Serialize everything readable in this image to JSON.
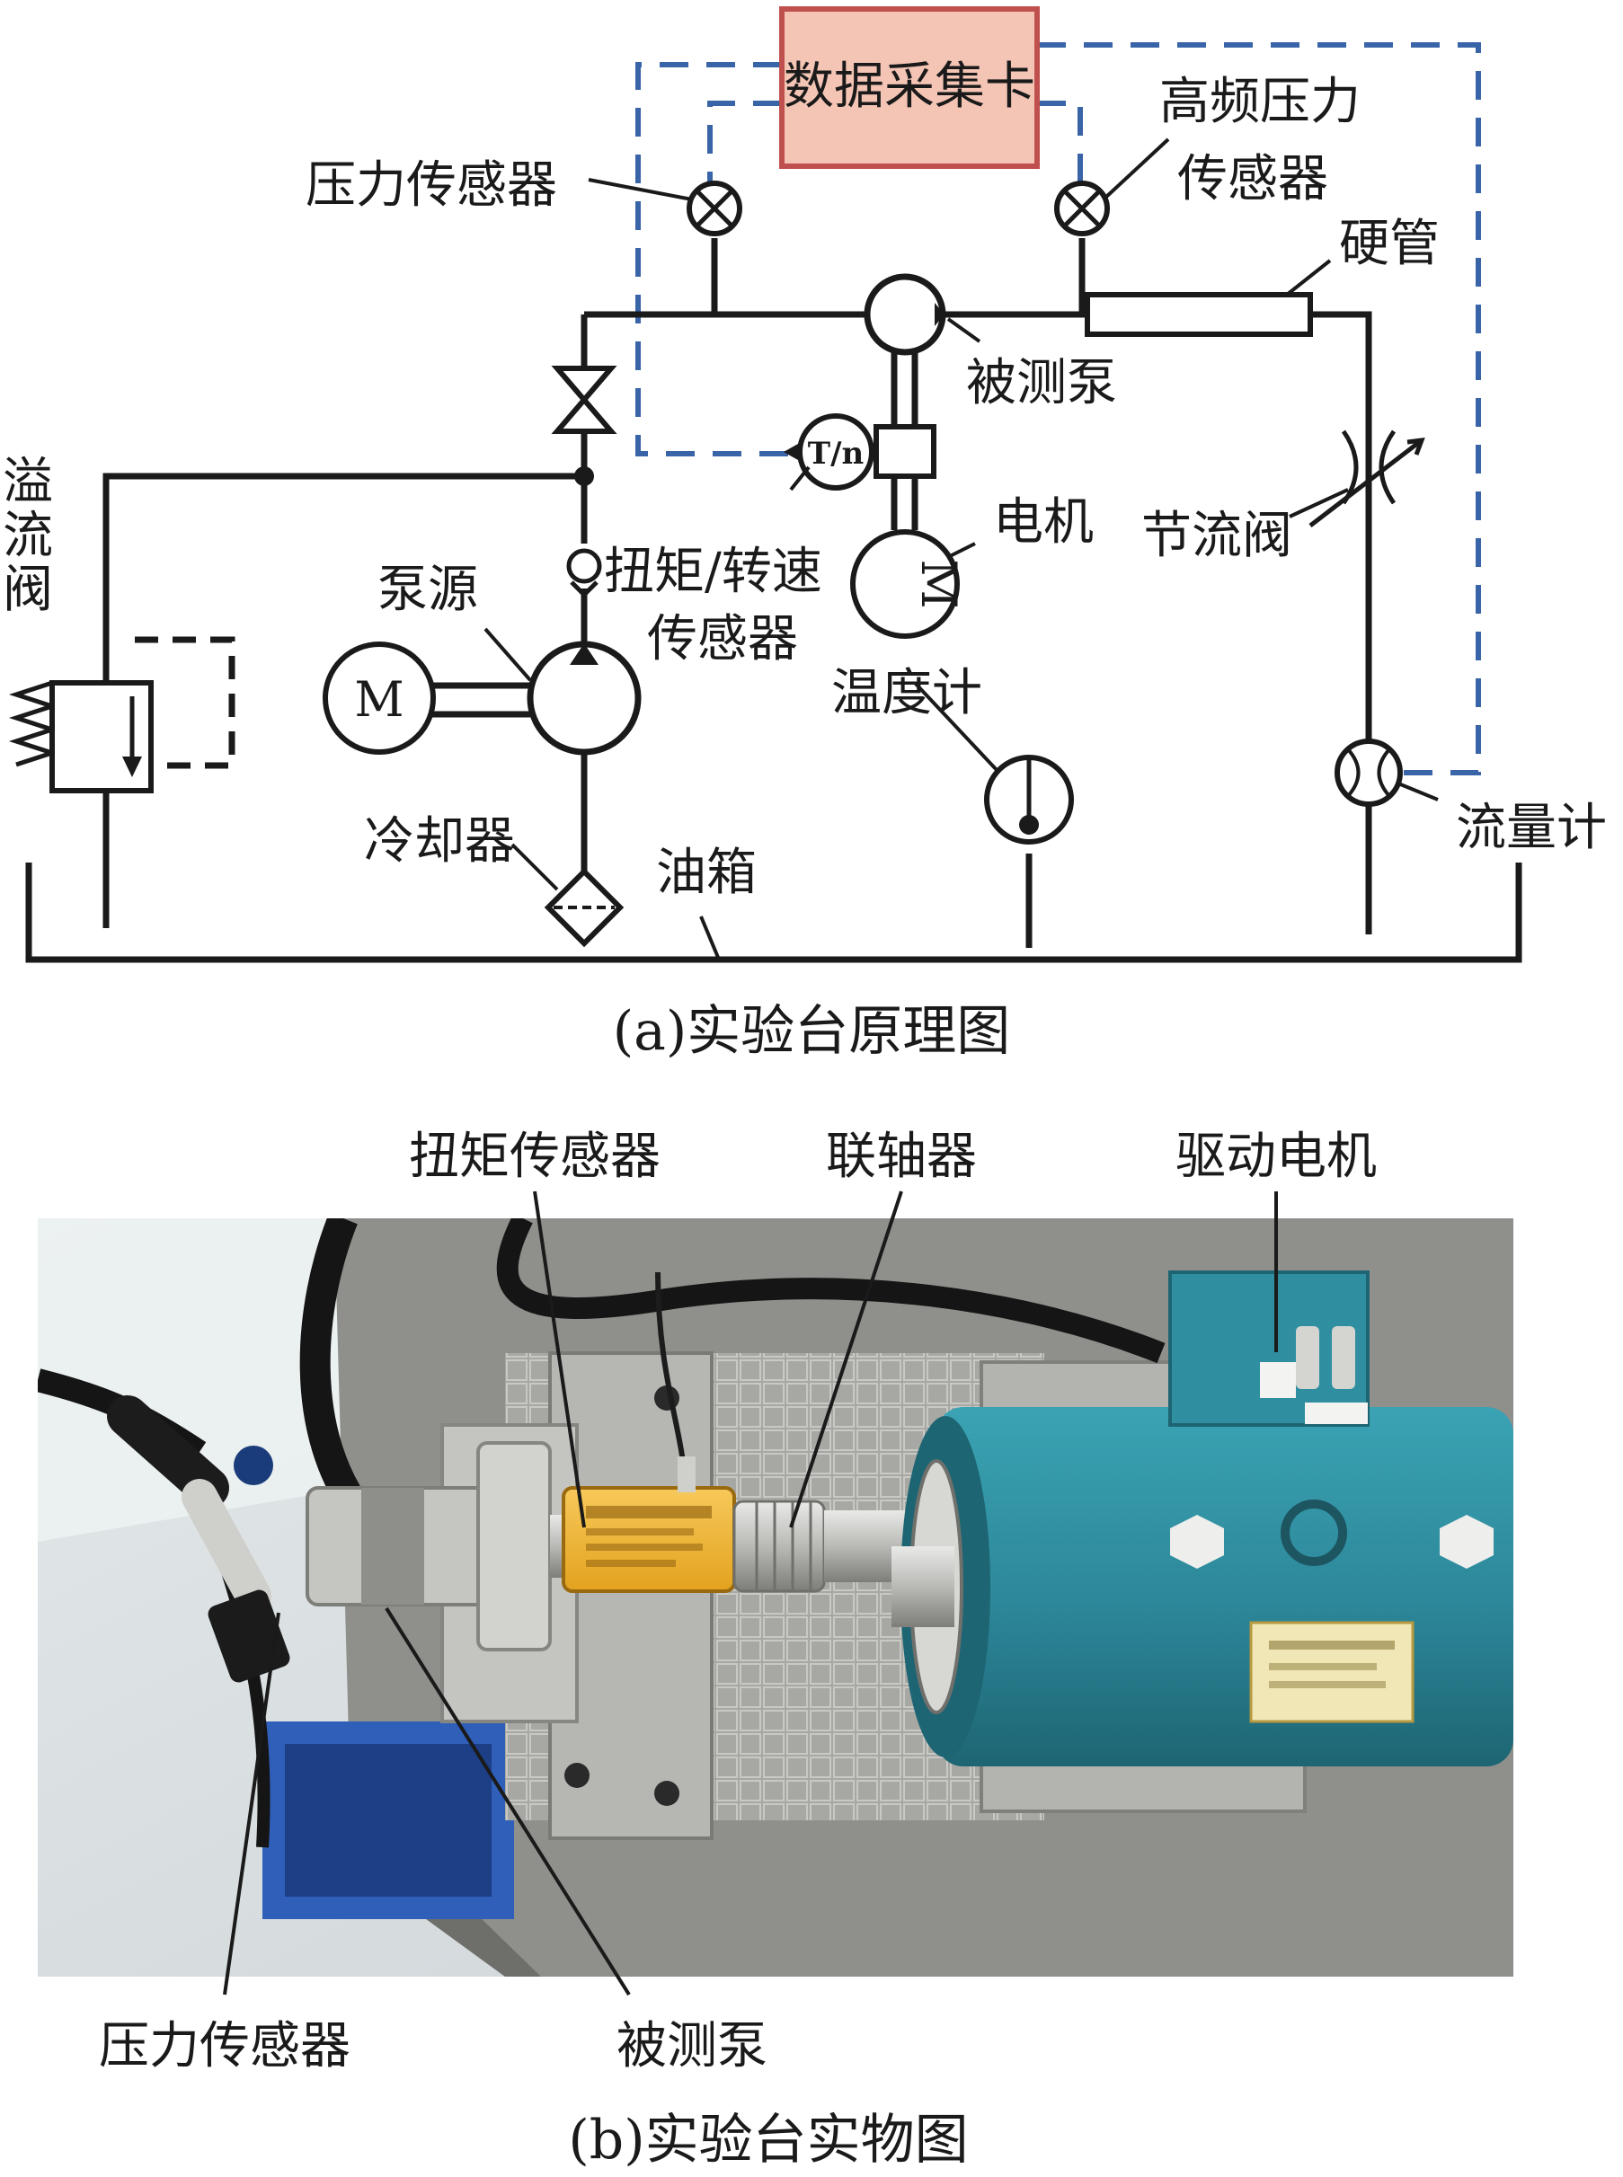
{
  "schematic": {
    "daq_card": "数据采集卡",
    "pressure_sensor": "压力传感器",
    "hf_pressure_sensor_line1": "高频压力",
    "hf_pressure_sensor_line2": "传感器",
    "hard_pipe": "硬管",
    "pump_under_test": "被测泵",
    "torque_speed_symbol": "T/n",
    "motor": "电机",
    "motor_symbol": "M",
    "throttle_valve": "节流阀",
    "relief_valve_chars": [
      "溢",
      "流",
      "阀"
    ],
    "pump_source": "泵源",
    "source_motor_symbol": "M",
    "torque_speed_sensor_line1": "扭矩/转速",
    "torque_speed_sensor_line2": "传感器",
    "thermometer": "温度计",
    "cooler": "冷却器",
    "oil_tank": "油箱",
    "flowmeter": "流量计",
    "caption": "(a)实验台原理图"
  },
  "photo": {
    "torque_sensor": "扭矩传感器",
    "coupling": "联轴器",
    "drive_motor": "驱动电机",
    "pressure_sensor": "压力传感器",
    "pump_under_test": "被测泵",
    "caption": "(b)实验台实物图"
  },
  "colors": {
    "line": "#1a1a1a",
    "signal_dash": "#3a64a8",
    "daq_fill": "#f4c5b5",
    "daq_stroke": "#c0504d",
    "motor_teal": "#2f8fa0",
    "steel": "#a9aaa6"
  }
}
